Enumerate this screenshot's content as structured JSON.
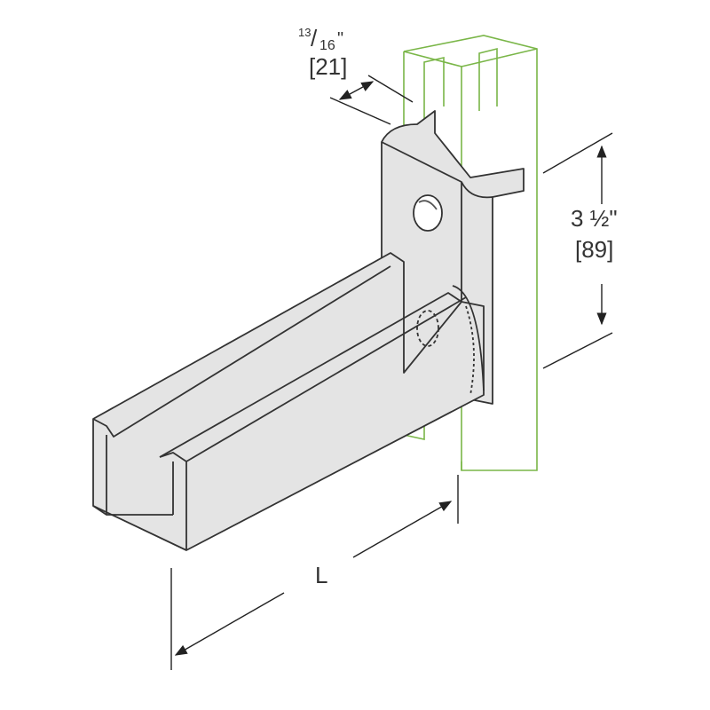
{
  "drawing": {
    "depth_dimension": {
      "numerator": "13",
      "denominator": "16",
      "unit_mark": "\"",
      "metric": "[21]"
    },
    "height_dimension": {
      "imperial": "3 ½\"",
      "metric": "[89]"
    },
    "length_dimension": {
      "label": "L"
    }
  },
  "colors": {
    "line": "#333333",
    "fill": "#e4e4e4",
    "post": "#7ab648"
  }
}
